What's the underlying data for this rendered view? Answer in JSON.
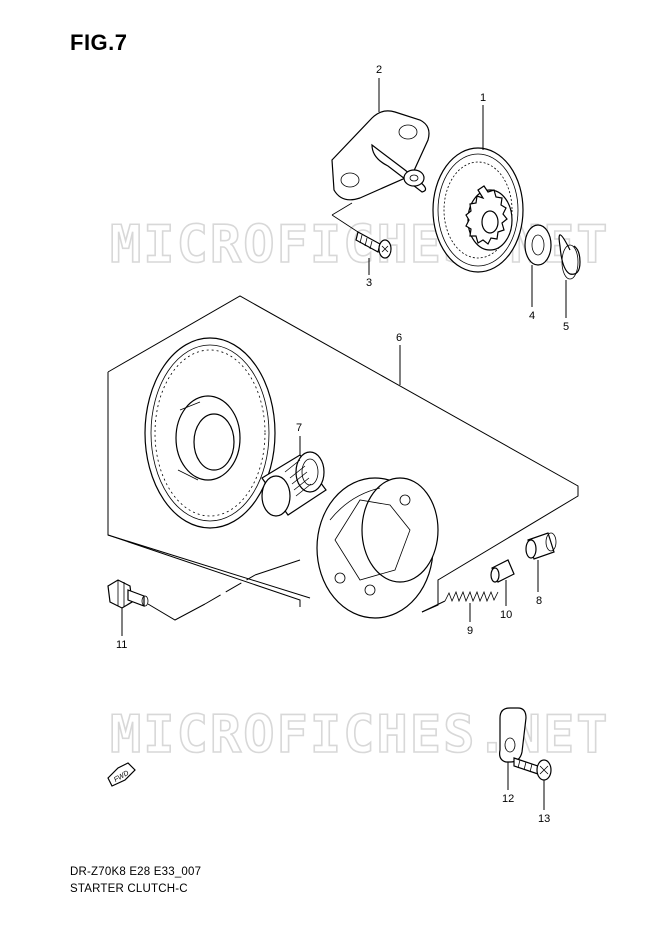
{
  "figure": {
    "title": "FIG.7",
    "code": "DR-Z70K8 E28 E33_007",
    "name": "STARTER CLUTCH-C"
  },
  "watermark": "MICROFICHES.NET",
  "fwd_label": "FWD",
  "callouts": [
    {
      "number": "1"
    },
    {
      "number": "2"
    },
    {
      "number": "3"
    },
    {
      "number": "4"
    },
    {
      "number": "5"
    },
    {
      "number": "6"
    },
    {
      "number": "7"
    },
    {
      "number": "8"
    },
    {
      "number": "9"
    },
    {
      "number": "10"
    },
    {
      "number": "11"
    },
    {
      "number": "12"
    },
    {
      "number": "13"
    }
  ]
}
